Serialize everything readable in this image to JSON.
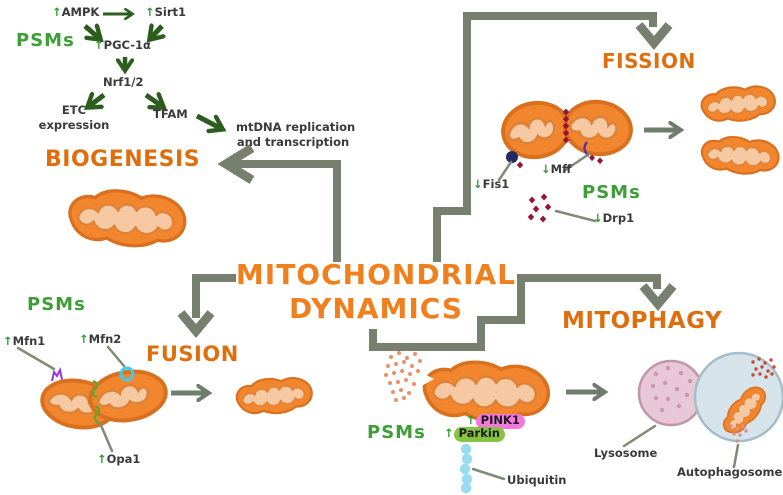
{
  "title": {
    "line1": "MITOCHONDRIAL",
    "line2": "DYNAMICS"
  },
  "headings": {
    "biogenesis": "BIOGENESIS",
    "fission": "FISSION",
    "fusion": "FUSION",
    "mitophagy": "MITOPHAGY"
  },
  "psms": {
    "biogenesis": "PSMs",
    "fission": "PSMs",
    "fusion": "PSMs",
    "mitophagy": "PSMs"
  },
  "biogenesis_pathway": {
    "ampk": {
      "arrow": "↑",
      "name": "AMPK"
    },
    "sirt1": {
      "arrow": "↑",
      "name": "Sirt1"
    },
    "pgc1a": {
      "arrow": "↑",
      "name": "PGC-1α"
    },
    "nrf12": "Nrf1/2",
    "etc": {
      "line1": "ETC",
      "line2": "expression"
    },
    "tfam": "TFAM",
    "mtdna": {
      "line1": "mtDNA replication",
      "line2": "and transcription"
    }
  },
  "fission": {
    "fis1": {
      "arrow": "↓",
      "name": "Fis1"
    },
    "mff": {
      "arrow": "↓",
      "name": "Mff"
    },
    "drp1": {
      "arrow": "↓",
      "name": "Drp1"
    }
  },
  "fusion": {
    "mfn1": {
      "arrow": "↑",
      "name": "Mfn1"
    },
    "mfn2": {
      "arrow": "↑",
      "name": "Mfn2"
    },
    "opa1": {
      "arrow": "↑",
      "name": "Opa1"
    }
  },
  "mitophagy": {
    "pink1": {
      "arrow": "↑",
      "name": "PINK1"
    },
    "parkin": {
      "arrow": "↑",
      "name": "Parkin"
    },
    "ubiquitin": "Ubiquitin",
    "lysosome": "Lysosome",
    "autophagosome": "Autophagosome"
  },
  "colors": {
    "heading_orange": "#DF6F0E",
    "title_orange": "#F0801E",
    "psms_green": "#3E9E38",
    "pathway_arrow_green": "#2B5E1E",
    "small_arrow_green": "#2E9E2E",
    "connector_gray": "#77806E",
    "label_dark": "#3A3A3A",
    "pink1_bg": "#F478DC",
    "parkin_bg": "#86C440",
    "mito_fill": "#F2862E",
    "mito_stroke": "#D9701E",
    "mito_inner": "#F7C9A2",
    "drp1_dot_red": "#9B1230",
    "fis1_dot_navy": "#232A63",
    "mff_purple": "#5B2FA8",
    "mfn1_purple": "#9A35E0",
    "mfn2_cyan": "#3EC9EE",
    "opa1_green": "#63A52F",
    "ubiquitin_blue": "#99DBF2",
    "lysosome_fill": "#E8C8D6",
    "autophagosome_fill": "#D6E3EA"
  }
}
